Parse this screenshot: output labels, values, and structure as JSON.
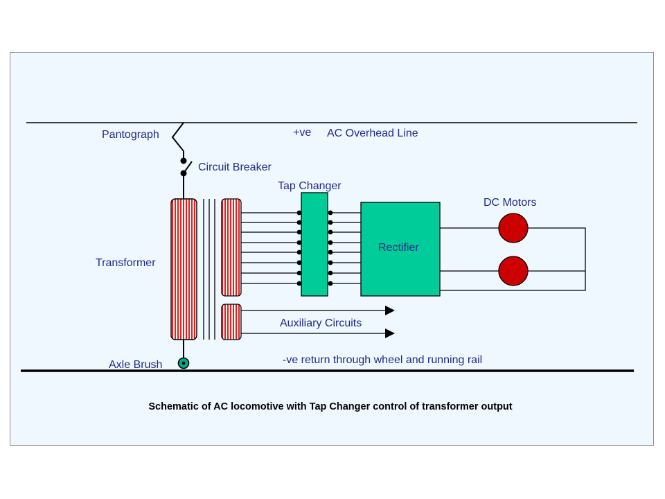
{
  "labels": {
    "pantograph": "Pantograph",
    "positive": "+ve",
    "overhead_line": "AC Overhead Line",
    "circuit_breaker": "Circuit Breaker",
    "tap_changer": "Tap Changer",
    "dc_motors": "DC Motors",
    "rectifier": "Rectifier",
    "transformer": "Transformer",
    "auxiliary_circuits": "Auxiliary Circuits",
    "axle_brush": "Axle Brush",
    "return_path": "-ve return through wheel and running rail"
  },
  "caption": "Schematic of AC locomotive with Tap Changer control of transformer output",
  "colors": {
    "label_text": "#1e2a8c",
    "line": "#000000",
    "tap_changer_fill": "#00cc99",
    "rectifier_fill": "#00cc99",
    "motor_fill": "#cc0000",
    "winding_stripe": "#dd2222",
    "axle_brush_fill": "#00aa88",
    "background": "#f0f8ff"
  }
}
